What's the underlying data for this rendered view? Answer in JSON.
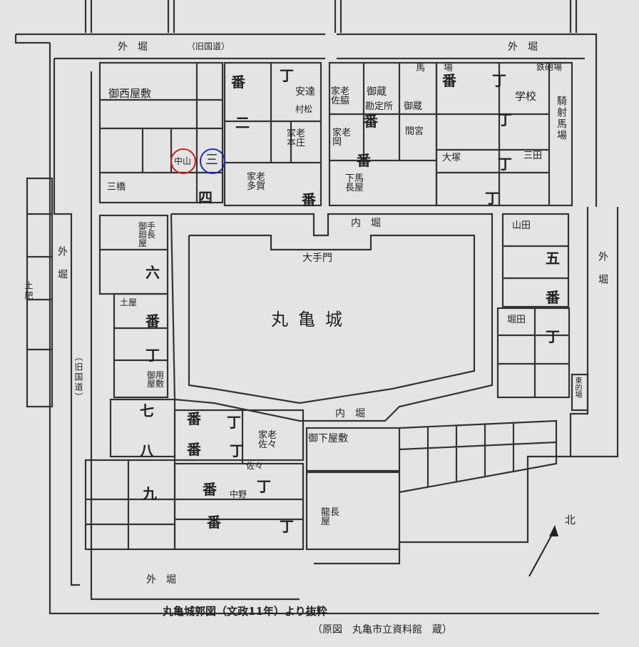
{
  "colors": {
    "background": "#e4e4e4",
    "ink": "#222222",
    "red_circle": "#cc2020",
    "blue_circle": "#2030b0"
  },
  "moats": {
    "outer_top_left": "外　堀",
    "old_road_top": "（旧国道）",
    "outer_top_right": "外　堀",
    "outer_left": "外　堀",
    "old_road_left": "（旧国道）",
    "outer_right": "外　堀",
    "outer_bottom": "外　堀",
    "inner_top": "内　堀",
    "inner_bottom": "内　堀",
    "dohi": "土肥"
  },
  "castle": {
    "name": "丸亀城",
    "gate": "大手門"
  },
  "places": {
    "tekkobajo": "鉄砲場",
    "baba": "馬　　場",
    "gakko": "学校",
    "kisha_baba": "騎射馬場",
    "onishi_yashiki": "御西屋敷",
    "adachi": "安達",
    "muramatsu": "村松",
    "karo_sawaki": "家老佐脇",
    "okura1": "御蔵",
    "kanjosho": "勘定所",
    "okura2": "御蔵",
    "karo_honjo": "家老本庄",
    "karo_oka": "家老岡",
    "maruya": "間宮",
    "otsuka": "大塚",
    "mita": "三田",
    "nakayama": "中山",
    "circled_three": "三",
    "mihashi": "三橋",
    "karo_taga": "家老多賀",
    "shimouma_nagaya": "下馬長屋",
    "otemawari_nagaya": "御手廻長屋",
    "yamada": "山田",
    "dobei": "土屋",
    "horita": "堀田",
    "goyo_yashiki": "御用屋敷",
    "higashi_matoba": "東的場",
    "karo_sasa": "家老佐々",
    "oshimo_yashiki": "御下屋敷",
    "sasa": "佐々",
    "nakano": "中野",
    "ryu_nagaya": "龍長屋"
  },
  "streets": {
    "ban_1": "番",
    "cho_1": "丁",
    "ni": "二",
    "ban_2": "番",
    "ban_3": "番",
    "ban_4": "番",
    "cho_2": "丁",
    "ban_5": "番",
    "cho_3": "丁",
    "cho_4": "丁",
    "cho_5": "丁",
    "shi": "四",
    "roku": "六",
    "ban_6": "番",
    "cho_6": "丁",
    "go": "五",
    "ban_7": "番",
    "cho_7": "丁",
    "shichi": "七",
    "ban_8": "番",
    "cho_8": "丁",
    "hachi": "八",
    "ban_9": "番",
    "cho_9": "丁",
    "kyu": "九",
    "ban_10": "番",
    "cho_10": "丁",
    "ban_11": "番",
    "cho_11": "丁"
  },
  "compass": {
    "north": "北"
  },
  "caption": {
    "title": "丸亀城郭図（文政11年）より抜粋",
    "source": "（原図　丸亀市立資料館　蔵）"
  }
}
